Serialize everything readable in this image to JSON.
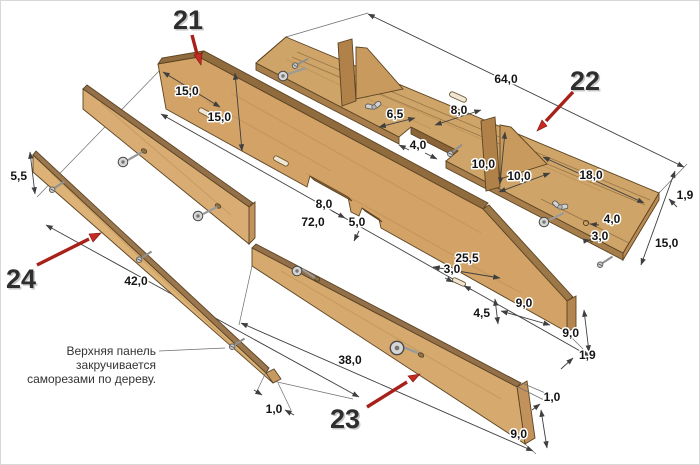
{
  "parts": {
    "p21": "21",
    "p22": "22",
    "p23": "23",
    "p24": "24"
  },
  "note": {
    "lines": [
      "Верхняя панель",
      "закручивается",
      "саморезами по дереву."
    ]
  },
  "dims": {
    "plate_length": "64,0",
    "plate_notch_offset": "6,5",
    "plate_notch_width": "8,0",
    "plate_notch_depth": "4,0",
    "gusset_height": "10,0",
    "gusset_base": "10,0",
    "plate_right_section": "18,0",
    "plate_thickness": "1,9",
    "plate_width": "15,0",
    "plate_hole_large": "4,0",
    "plate_hole_small": "3,0",
    "panel_bevel": "15,0",
    "panel_height": "15,0",
    "panel_length": "72,0",
    "panel_notch_width": "8,0",
    "panel_notch_depth": "5,0",
    "panel_slot_offset": "25,5",
    "panel_slot_width": "3,0",
    "panel_slot_bottom": "4,5",
    "panel_slot_spacing": "9,0",
    "panel_end_height": "9,0",
    "panel_end_thickness": "1,9",
    "batten_height": "5,5",
    "batten_length": "42,0",
    "batten_thickness": "1,0",
    "face_length": "38,0",
    "face_thickness": "1,0",
    "face_height": "9,0"
  },
  "colors": {
    "wood_face": "#d2a267",
    "wood_light": "#dcb277",
    "wood_edge": "#93704a",
    "dim_line": "#3f3f3f",
    "arrow_red": "#c62a22",
    "label": "#2e2e2e"
  }
}
